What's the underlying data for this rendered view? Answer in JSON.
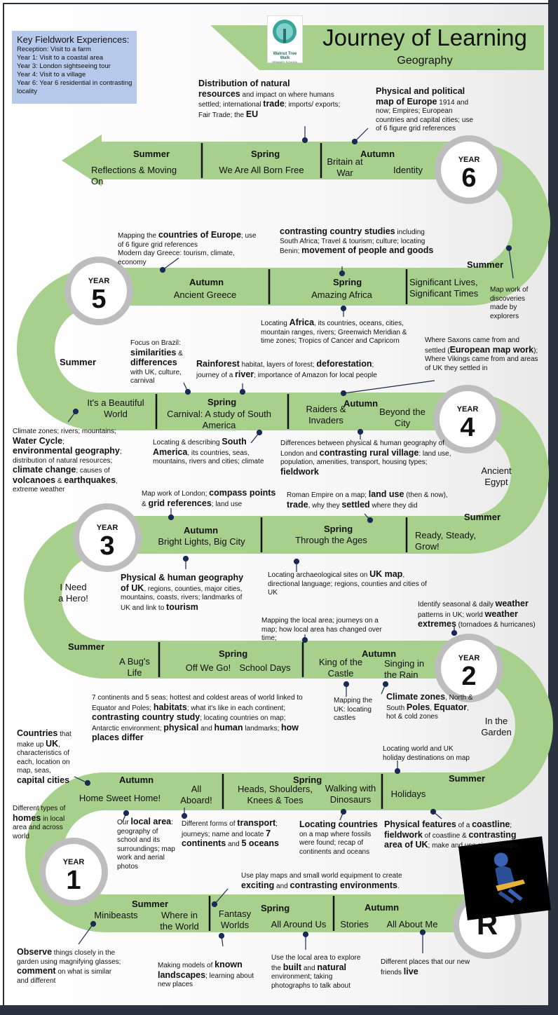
{
  "title": "Journey of Learning",
  "subtitle": "Geography",
  "logo": {
    "text": "Walnut Tree Walk",
    "subtext": "PRIMARY SCHOOL"
  },
  "key": {
    "heading": "Key Fieldwork Experiences:",
    "items": [
      "Reception: Visit to a farm",
      "Year 1: Visit to a coastal area",
      "Year 3: London sightseeing tour",
      "Year 4: Visit to a village",
      "Year 6: Year 6 residential in contrasting locality"
    ]
  },
  "colors": {
    "road": "#a8d08d",
    "badge_ring": "#bdbdbd",
    "key_box": "#b7c9ea",
    "frame": "#2a3240"
  },
  "years": {
    "y6": {
      "label": "YEAR",
      "num": "6",
      "summer": "Summer",
      "summer_topic": "Reflections & Moving On",
      "spring": "Spring",
      "spring_topic": "We Are All Born Free",
      "autumn": "Autumn",
      "autumn_topic_a": "Britain at War",
      "autumn_topic_b": "Identity"
    },
    "y5": {
      "label": "YEAR",
      "num": "5",
      "autumn": "Autumn",
      "autumn_topic": "Ancient Greece",
      "spring": "Spring",
      "spring_topic": "Amazing Africa",
      "summer": "Summer",
      "summer_topic": "Significant Lives, Significant Times"
    },
    "y4": {
      "label": "YEAR",
      "num": "4",
      "summer": "Summer",
      "summer_topic": "It's a Beautiful World",
      "spring": "Spring",
      "spring_topic": "Carnival: A study of South America",
      "autumn": "Autumn",
      "autumn_topic_a": "Raiders & Invaders",
      "autumn_topic_b": "Beyond the City",
      "extra_topic": "Ancient Egypt"
    },
    "y3": {
      "label": "YEAR",
      "num": "3",
      "autumn": "Autumn",
      "autumn_topic": "Bright Lights, Big City",
      "spring": "Spring",
      "spring_topic": "Through the Ages",
      "summer": "Summer",
      "summer_topic": "Ready, Steady, Grow!",
      "extra_topic": "I Need a Hero!"
    },
    "y2": {
      "label": "YEAR",
      "num": "2",
      "summer": "Summer",
      "summer_topic": "A Bug's Life",
      "spring": "Spring",
      "spring_topic_a": "Off We Go!",
      "spring_topic_b": "School Days",
      "autumn": "Autumn",
      "autumn_topic_a": "King of the Castle",
      "autumn_topic_b": "Singing in the Rain",
      "extra_topic": "In the Garden"
    },
    "y1": {
      "label": "YEAR",
      "num": "1",
      "autumn": "Autumn",
      "autumn_topic_a": "Home Sweet Home!",
      "autumn_topic_b": "All Aboard!",
      "spring": "Spring",
      "spring_topic_a": "Heads, Shoulders, Knees & Toes",
      "spring_topic_b": "Walking with Dinosaurs",
      "summer": "Summer",
      "summer_topic": "Holidays"
    },
    "r": {
      "num": "R",
      "summer": "Summer",
      "summer_topic_a": "Minibeasts",
      "summer_topic_b": "Where in the World",
      "spring": "Spring",
      "spring_topic_a": "Fantasy Worlds",
      "spring_topic_b": "All Around Us",
      "autumn": "Autumn",
      "autumn_topic_a": "Stories",
      "autumn_topic_b": "All About Me"
    }
  },
  "notes": {
    "n01": [
      "Distribution of natural",
      "resources",
      " and impact on where humans settled; international ",
      "trade",
      "; imports/ exports; Fair Trade; the ",
      "EU"
    ],
    "n02": [
      "Physical and political map of Europe",
      " 1914 and now; Empires; European countries and capital cities; use of 6 figure grid references"
    ],
    "n03": [
      "Mapping the ",
      "countries of Europe",
      "; use of 6 figure grid references",
      "Modern day Greece: tourism, climate, economy"
    ],
    "n04": [
      "contrasting country studies",
      " including South Africa; Travel & tourism; culture; locating Benin; ",
      "movement of people and goods"
    ],
    "n05": [
      "Map work of discoveries made by explorers"
    ],
    "n06": [
      "Locating ",
      "Africa",
      ", its countries, oceans, cities, mountain ranges, rivers; Greenwich Meridian & time zones; Tropics of Cancer and Capricorn"
    ],
    "n07": [
      "Focus on Brazil:",
      "similarities",
      " & ",
      "differences",
      " with UK, culture, carnival"
    ],
    "n08": [
      "Rainforest",
      "  habitat, layers of forest; ",
      "deforestation",
      "; journey of a ",
      "river",
      "; importance of Amazon for local people"
    ],
    "n09": [
      "Where Saxons came from and settled (",
      "European map work",
      "); Where Vikings came from and areas of UK they settled in"
    ],
    "n10": [
      "Climate zones; rivers; mountains; ",
      "Water Cycle",
      "; ",
      "environmental geography",
      "; distribution of natural resources; ",
      "climate change",
      "; causes of ",
      "volcanoes",
      " & ",
      "earthquakes",
      ", extreme weather"
    ],
    "n11": [
      "Locating & describing ",
      "South America",
      ", its countries, seas, mountains, rivers and cities; climate"
    ],
    "n12": [
      "Differences between physical & human geography of London and ",
      "contrasting rural village",
      ": land use, population, amenities, transport, housing types; ",
      "fieldwork"
    ],
    "n13": [
      "Map work of London; ",
      "compass points",
      " & ",
      "grid references",
      "; land use"
    ],
    "n14": [
      "Roman Empire on a map; ",
      "land use",
      " (then & now), ",
      "trade",
      ", why they ",
      "settled",
      " where they did"
    ],
    "n15": [
      "Physical & human geography of UK",
      ", regions, counties, major cities, mountains, coasts, rivers; landmarks of UK and link to ",
      "tourism"
    ],
    "n16": [
      "Locating archaeological sites on ",
      "UK map",
      ", directional language; regions, counties and cities of UK"
    ],
    "n17": [
      "Identify seasonal & daily ",
      "weather",
      " patterns in UK; world ",
      "weather extremes",
      " (tornadoes & hurricanes)"
    ],
    "n18": [
      "Mapping the local area; journeys on a map; how local area has changed over time;"
    ],
    "n19": [
      "7 continents and 5 seas; hottest and coldest areas of world linked to Equator and Poles; ",
      "habitats",
      "; what it's like in each continent; ",
      "contrasting country study",
      "; locating countries on map; Antarctic environment; ",
      "physical",
      " and ",
      "human",
      " landmarks; ",
      "how places differ"
    ],
    "n20": [
      "Mapping the UK: locating castles"
    ],
    "n21": [
      "Climate zones",
      ", North & South ",
      "Poles",
      ", ",
      "Equator",
      ", hot & cold zones"
    ],
    "n22": [
      "Countries",
      " that make up ",
      "UK",
      ", characteristics of each, location on map, seas, ",
      "capital cities"
    ],
    "n23": [
      "Locating world and UK holiday destinations on map"
    ],
    "n24": [
      "Different types of ",
      "homes",
      " in local area and across world"
    ],
    "n25": [
      "Our ",
      "local area",
      ": geography of school and its surroundings; map work and aerial photos"
    ],
    "n26": [
      "Different forms of ",
      "transport",
      "; journeys; name and locate ",
      "7 continents",
      " and ",
      "5 oceans"
    ],
    "n27": [
      "Locating countries",
      " on a map where fossils were found; recap of continents and oceans"
    ],
    "n28": [
      "Physical features",
      " of a ",
      "coastline",
      "; ",
      "fieldwork",
      " of coastline & ",
      "contrasting area of UK",
      "; make and use simple maps"
    ],
    "n29": [
      "Use play maps and small world equipment to create ",
      "exciting",
      " and ",
      "contrasting environments",
      "."
    ],
    "n30": [
      "Observe",
      " things closely in the garden using magnifying glasses; ",
      "comment",
      " on what is similar and different"
    ],
    "n31": [
      "Making models of ",
      "known landscapes",
      "; learning about new places"
    ],
    "n32": [
      "Use the local area to explore the ",
      "built",
      " and ",
      "natural",
      " environment; taking photographs to talk about"
    ],
    "n33": [
      "Different places that our new friends ",
      "live"
    ]
  }
}
